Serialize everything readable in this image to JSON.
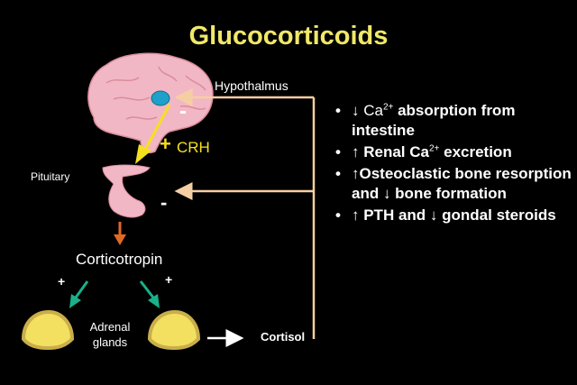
{
  "title": "Glucocorticoids",
  "labels": {
    "hypothalamus": "Hypothalmus",
    "crh": "CRH",
    "pituitary": "Pituitary",
    "corticotropin": "Corticotropin",
    "adrenal_glands": "Adrenal glands",
    "cortisol": "Cortisol"
  },
  "signs": {
    "crh_plus": "+",
    "hypothalamus_feedback": "-",
    "pituitary_feedback": "-",
    "left_adrenal_plus": "+",
    "right_adrenal_plus": "+"
  },
  "effects": [
    {
      "bullet": "•",
      "arrow": "↓",
      "pre": " Ca",
      "sup": "2+",
      "post": " absorption from intestine"
    },
    {
      "bullet": "•",
      "arrow": "↑",
      "pre": " Renal Ca",
      "sup": "2+",
      "post": " excretion"
    },
    {
      "bullet": "•",
      "arrow": "↑",
      "pre": "Osteoclastic bone resorption and ",
      "arrow2": "↓",
      "post2": " bone formation"
    },
    {
      "bullet": "•",
      "arrow": "↑",
      "pre": " PTH and ",
      "arrow2": "↓",
      "post2": " gondal steroids"
    }
  ],
  "colors": {
    "title": "#f0e868",
    "brain": "#f2b7c4",
    "hypothalamus": "#1fa0c8",
    "crh_arrow": "#f5e020",
    "pituitary_arrow": "#e06a25",
    "adrenal_arrows": "#1ab08a",
    "feedback_line": "#f5cfa3",
    "adrenal_fill": "#f3e060",
    "adrenal_rim": "#c9ae4a"
  },
  "icons": [
    "brain-illustration",
    "pituitary-gland-illustration",
    "adrenal-gland-illustration"
  ]
}
